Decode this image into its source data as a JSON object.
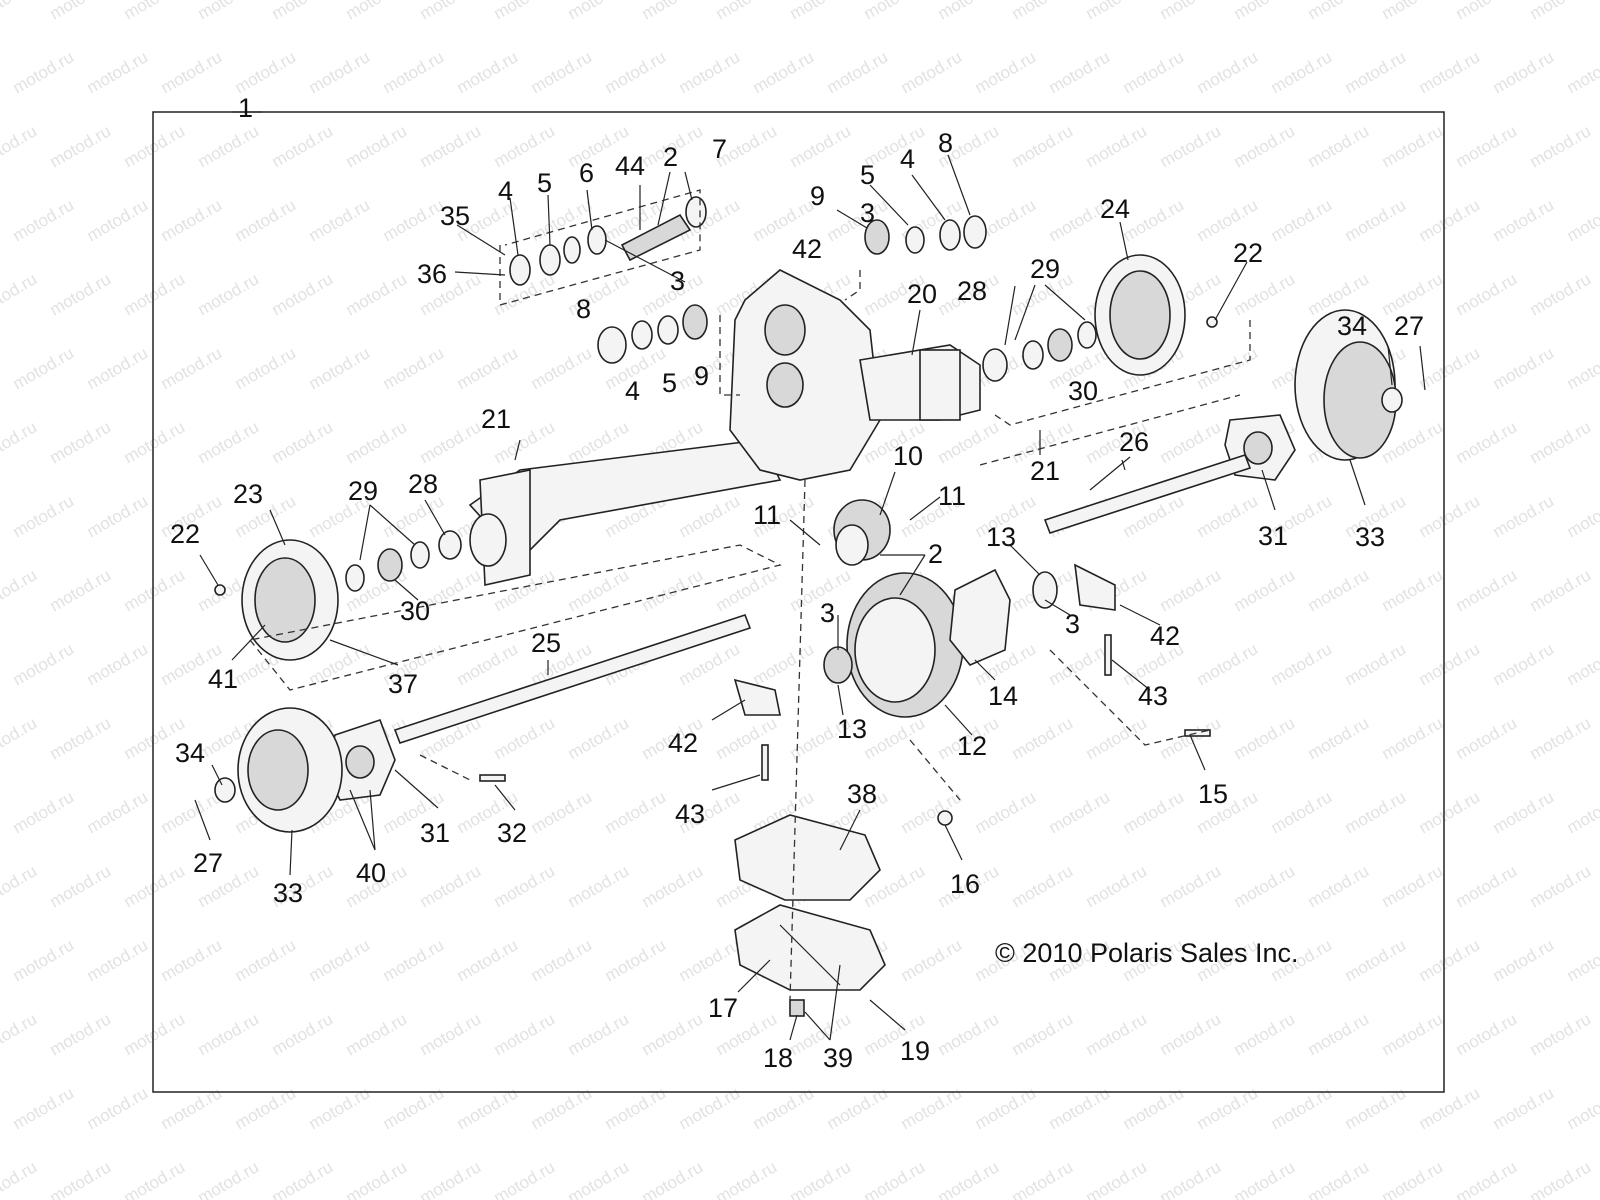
{
  "watermark": "motod.ru",
  "copyright": "© 2010 Polaris Sales Inc.",
  "callouts": [
    {
      "id": "c1",
      "text": "1"
    },
    {
      "id": "c2a",
      "text": "2"
    },
    {
      "id": "c2b",
      "text": "2"
    },
    {
      "id": "c3a",
      "text": "3"
    },
    {
      "id": "c3b",
      "text": "3"
    },
    {
      "id": "c3c",
      "text": "3"
    },
    {
      "id": "c3d",
      "text": "3"
    },
    {
      "id": "c4a",
      "text": "4"
    },
    {
      "id": "c4b",
      "text": "4"
    },
    {
      "id": "c4c",
      "text": "4"
    },
    {
      "id": "c5a",
      "text": "5"
    },
    {
      "id": "c5b",
      "text": "5"
    },
    {
      "id": "c5c",
      "text": "5"
    },
    {
      "id": "c6",
      "text": "6"
    },
    {
      "id": "c7",
      "text": "7"
    },
    {
      "id": "c8a",
      "text": "8"
    },
    {
      "id": "c8b",
      "text": "8"
    },
    {
      "id": "c9a",
      "text": "9"
    },
    {
      "id": "c9b",
      "text": "9"
    },
    {
      "id": "c10",
      "text": "10"
    },
    {
      "id": "c11a",
      "text": "11"
    },
    {
      "id": "c11b",
      "text": "11"
    },
    {
      "id": "c12",
      "text": "12"
    },
    {
      "id": "c13a",
      "text": "13"
    },
    {
      "id": "c13b",
      "text": "13"
    },
    {
      "id": "c14",
      "text": "14"
    },
    {
      "id": "c15",
      "text": "15"
    },
    {
      "id": "c16",
      "text": "16"
    },
    {
      "id": "c17",
      "text": "17"
    },
    {
      "id": "c18",
      "text": "18"
    },
    {
      "id": "c19",
      "text": "19"
    },
    {
      "id": "c20",
      "text": "20"
    },
    {
      "id": "c21a",
      "text": "21"
    },
    {
      "id": "c21b",
      "text": "21"
    },
    {
      "id": "c22a",
      "text": "22"
    },
    {
      "id": "c22b",
      "text": "22"
    },
    {
      "id": "c23",
      "text": "23"
    },
    {
      "id": "c24",
      "text": "24"
    },
    {
      "id": "c25",
      "text": "25"
    },
    {
      "id": "c26",
      "text": "26"
    },
    {
      "id": "c27a",
      "text": "27"
    },
    {
      "id": "c27b",
      "text": "27"
    },
    {
      "id": "c28a",
      "text": "28"
    },
    {
      "id": "c28b",
      "text": "28"
    },
    {
      "id": "c29a",
      "text": "29"
    },
    {
      "id": "c29b",
      "text": "29"
    },
    {
      "id": "c30a",
      "text": "30"
    },
    {
      "id": "c30b",
      "text": "30"
    },
    {
      "id": "c31a",
      "text": "31"
    },
    {
      "id": "c31b",
      "text": "31"
    },
    {
      "id": "c32",
      "text": "32"
    },
    {
      "id": "c33a",
      "text": "33"
    },
    {
      "id": "c33b",
      "text": "33"
    },
    {
      "id": "c34a",
      "text": "34"
    },
    {
      "id": "c34b",
      "text": "34"
    },
    {
      "id": "c35",
      "text": "35"
    },
    {
      "id": "c36",
      "text": "36"
    },
    {
      "id": "c37",
      "text": "37"
    },
    {
      "id": "c38",
      "text": "38"
    },
    {
      "id": "c39",
      "text": "39"
    },
    {
      "id": "c40",
      "text": "40"
    },
    {
      "id": "c41",
      "text": "41"
    },
    {
      "id": "c42a",
      "text": "42"
    },
    {
      "id": "c42b",
      "text": "42"
    },
    {
      "id": "c42c",
      "text": "42"
    },
    {
      "id": "c43a",
      "text": "43"
    },
    {
      "id": "c43b",
      "text": "43"
    },
    {
      "id": "c44",
      "text": "44"
    }
  ]
}
